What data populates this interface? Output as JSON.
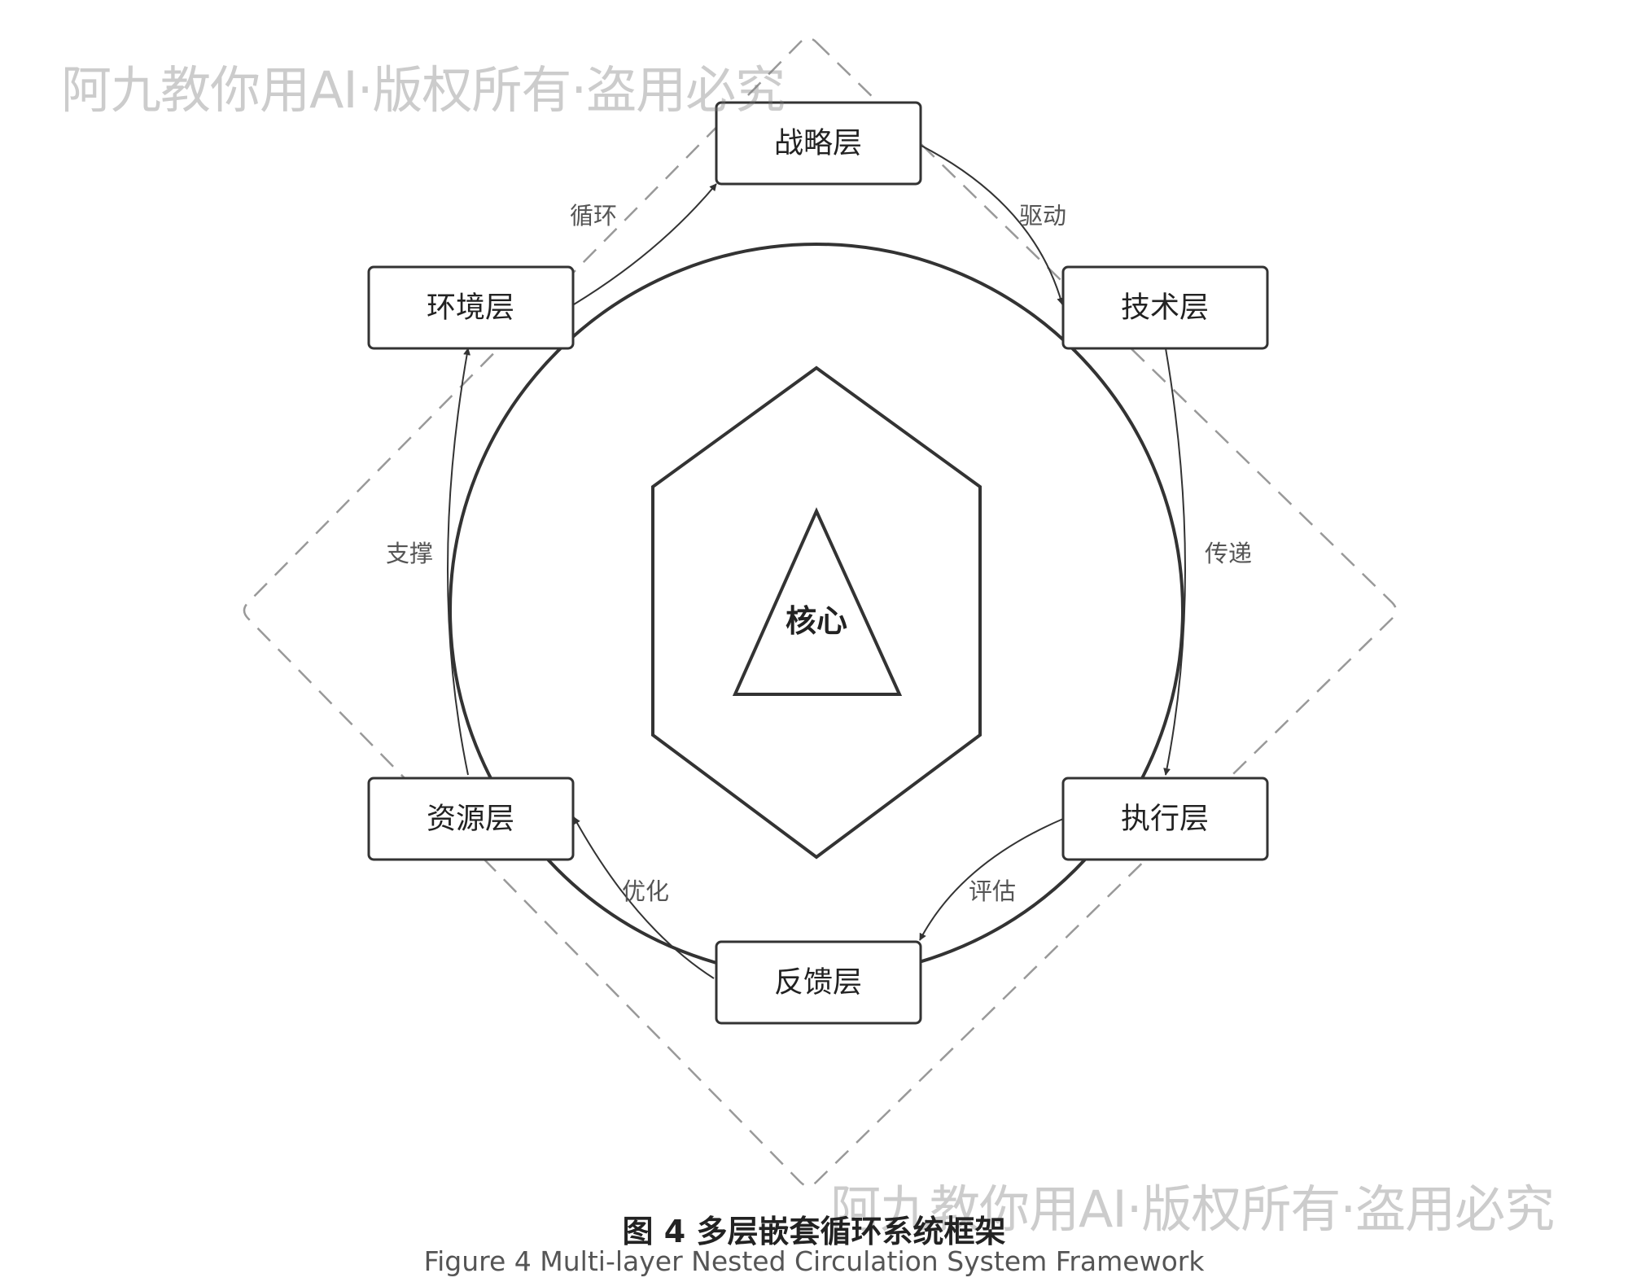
{
  "core_label": "核心",
  "nodes": {
    "strategy": "战略层",
    "technology": "技术层",
    "execution": "执行层",
    "feedback": "反馈层",
    "resource": "资源层",
    "environment": "环境层"
  },
  "edges": {
    "drive": "驱动",
    "transmit": "传递",
    "evaluate": "评估",
    "optimize": "优化",
    "support": "支撑",
    "cycle": "循环"
  },
  "watermark": "阿九教你用AI·版权所有·盗用必究",
  "caption": {
    "zh": "图 4 多层嵌套循环系统框架",
    "en": "Figure 4 Multi-layer Nested Circulation System Framework"
  }
}
